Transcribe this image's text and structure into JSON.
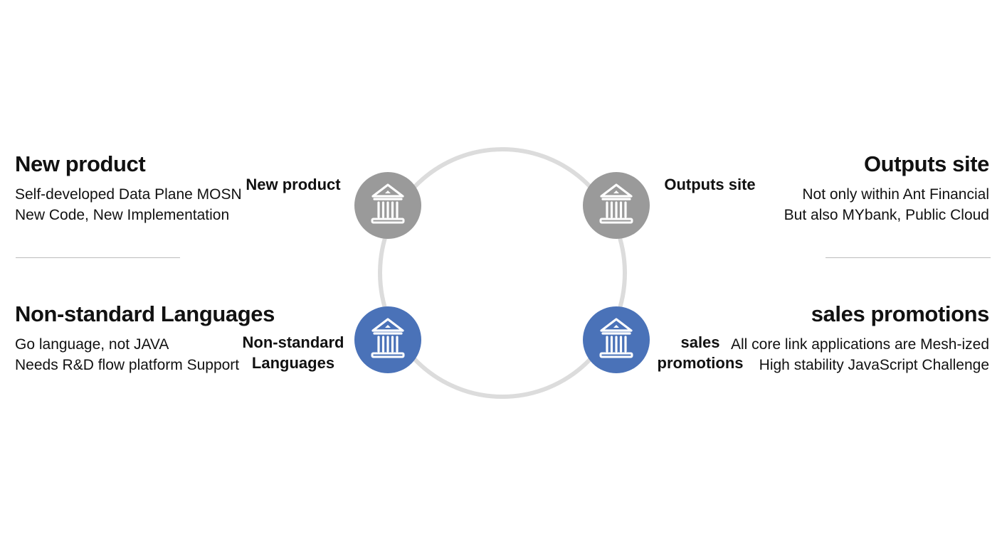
{
  "colors": {
    "gray_node": "#9a9a9a",
    "blue_node": "#4a72b8",
    "ring": "#dcdcdc",
    "divider": "#bcbcbc"
  },
  "icon": "bank-building-icon",
  "top_left": {
    "title": "New product",
    "lines": [
      "Self-developed Data Plane MOSN",
      "New Code, New Implementation"
    ]
  },
  "bottom_left": {
    "title": "Non-standard Languages",
    "lines": [
      "Go language, not JAVA",
      "Needs R&D flow platform Support"
    ]
  },
  "top_right": {
    "title": "Outputs site",
    "lines": [
      "Not only within Ant Financial",
      "But also MYbank, Public Cloud"
    ]
  },
  "bottom_right": {
    "title": "sales promotions",
    "lines": [
      "All core link applications are Mesh-ized",
      "High stability JavaScript Challenge"
    ]
  },
  "nodes": {
    "top_left": {
      "label": "New product"
    },
    "top_right": {
      "label": "Outputs site"
    },
    "bottom_left": {
      "label_line1": "Non-standard",
      "label_line2": "Languages"
    },
    "bottom_right": {
      "label_line1": "sales",
      "label_line2": "promotions"
    }
  }
}
